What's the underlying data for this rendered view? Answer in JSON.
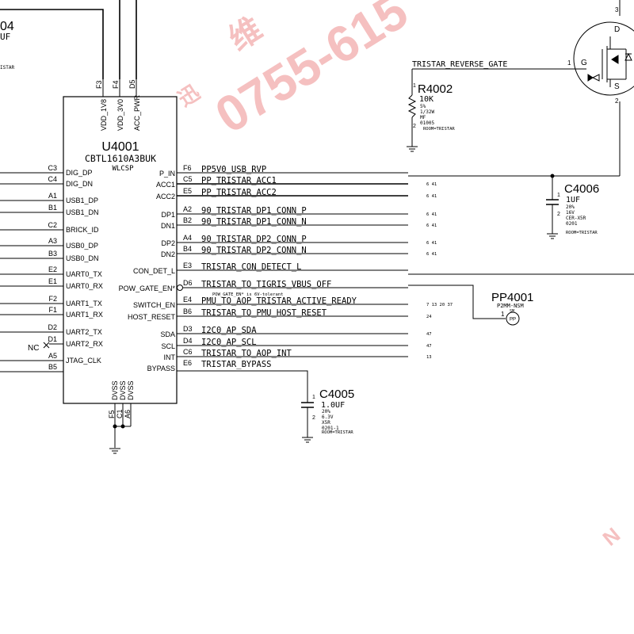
{
  "chip": {
    "refdes": "U4001",
    "part": "CBTL1610A3BUK",
    "package": "WLCSP",
    "top_pins": [
      {
        "num": "F3",
        "name": "VDD_1V8"
      },
      {
        "num": "F4",
        "name": "VDD_3V0"
      },
      {
        "num": "D5",
        "name": "ACC_PWR"
      }
    ],
    "left_pins": [
      {
        "num": "C3",
        "name": "DIG_DP"
      },
      {
        "num": "C4",
        "name": "DIG_DN"
      },
      {
        "num": "A1",
        "name": "USB1_DP"
      },
      {
        "num": "B1",
        "name": "USB1_DN"
      },
      {
        "num": "C2",
        "name": "BRICK_ID"
      },
      {
        "num": "A3",
        "name": "USB0_DP"
      },
      {
        "num": "B3",
        "name": "USB0_DN"
      },
      {
        "num": "E2",
        "name": "UART0_TX"
      },
      {
        "num": "E1",
        "name": "UART0_RX"
      },
      {
        "num": "F2",
        "name": "UART1_TX"
      },
      {
        "num": "F1",
        "name": "UART1_RX"
      },
      {
        "num": "D2",
        "name": "UART2_TX"
      },
      {
        "num": "D1",
        "name": "UART2_RX"
      },
      {
        "num": "A5",
        "name": "JTAG_CLK"
      },
      {
        "num": "B5",
        "name": ""
      }
    ],
    "right_pins": [
      {
        "num": "F6",
        "name": "P_IN",
        "net": "PP5V0_USB_RVP",
        "refs": ""
      },
      {
        "num": "C5",
        "name": "ACC1",
        "net": "PP_TRISTAR_ACC1",
        "refs": "6 41"
      },
      {
        "num": "E5",
        "name": "ACC2",
        "net": "PP_TRISTAR_ACC2",
        "refs": "6 41"
      },
      {
        "num": "A2",
        "name": "DP1",
        "net": "90_TRISTAR_DP1_CONN_P",
        "refs": "6 41"
      },
      {
        "num": "B2",
        "name": "DN1",
        "net": "90_TRISTAR_DP1_CONN_N",
        "refs": "6 41"
      },
      {
        "num": "A4",
        "name": "DP2",
        "net": "90_TRISTAR_DP2_CONN_P",
        "refs": "6 41"
      },
      {
        "num": "B4",
        "name": "DN2",
        "net": "90_TRISTAR_DP2_CONN_N",
        "refs": "6 41"
      },
      {
        "num": "E3",
        "name": "CON_DET_L",
        "net": "TRISTAR_CON_DETECT_L",
        "refs": ""
      },
      {
        "num": "D6",
        "name": "POW_GATE_EN*",
        "net": "TRISTAR_TO_TIGRIS_VBUS_OFF",
        "refs": ""
      },
      {
        "num": "E4",
        "name": "SWITCH_EN",
        "net": "PMU_TO_AOP_TRISTAR_ACTIVE_READY",
        "refs": "7 13 20 37"
      },
      {
        "num": "B6",
        "name": "HOST_RESET",
        "net": "TRISTAR_TO_PMU_HOST_RESET",
        "refs": "24"
      },
      {
        "num": "D3",
        "name": "SDA",
        "net": "I2C0_AP_SDA",
        "refs": "47"
      },
      {
        "num": "D4",
        "name": "SCL",
        "net": "I2C0_AP_SCL",
        "refs": "47"
      },
      {
        "num": "C6",
        "name": "INT",
        "net": "TRISTAR_TO_AOP_INT",
        "refs": "13"
      },
      {
        "num": "E6",
        "name": "BYPASS",
        "net": "TRISTAR_BYPASS",
        "refs": ""
      }
    ],
    "bottom_pins": [
      {
        "num": "F5",
        "name": "DVSS"
      },
      {
        "num": "C1",
        "name": "DVSS"
      },
      {
        "num": "A6",
        "name": "DVSS"
      }
    ],
    "pow_gate_note": "POW_GATE_EN* is 6V-tolerant",
    "nc_label": "NC"
  },
  "partial_top_left": {
    "refdes": "04",
    "value": "UF",
    "room": "ISTAR"
  },
  "r4002": {
    "refdes": "R4002",
    "value": "10K",
    "tol": "5%",
    "power": "1/32W",
    "type": "MF",
    "pkg": "01005",
    "room": "ROOM=TRISTAR",
    "pin1": "1",
    "pin2": "2",
    "net": "TRISTAR_REVERSE_GATE"
  },
  "c4006": {
    "refdes": "C4006",
    "value": "1UF",
    "tol": "20%",
    "volt": "16V",
    "diel": "CER-X5R",
    "pkg": "0201",
    "room": "ROOM=TRISTAR",
    "pin1": "1",
    "pin2": "2"
  },
  "c4005": {
    "refdes": "C4005",
    "value": "1.0UF",
    "tol": "20%",
    "volt": "6.3V",
    "diel": "X5R",
    "pkg": "0201-1",
    "room": "ROOM=TRISTAR",
    "pin1": "1",
    "pin2": "2"
  },
  "pp4001": {
    "refdes": "PP4001",
    "pkg": "P2MM-NSM",
    "sm": "SM",
    "pin": "1",
    "label": "PP"
  },
  "fet": {
    "g": "G",
    "d": "D",
    "s": "S",
    "pin_g": "1",
    "pin_d": "3",
    "pin_s": "2"
  },
  "watermark": {
    "text": "0755-615",
    "char": "维"
  },
  "colors": {
    "ink": "#000000",
    "watermark": "#e24a4a"
  }
}
